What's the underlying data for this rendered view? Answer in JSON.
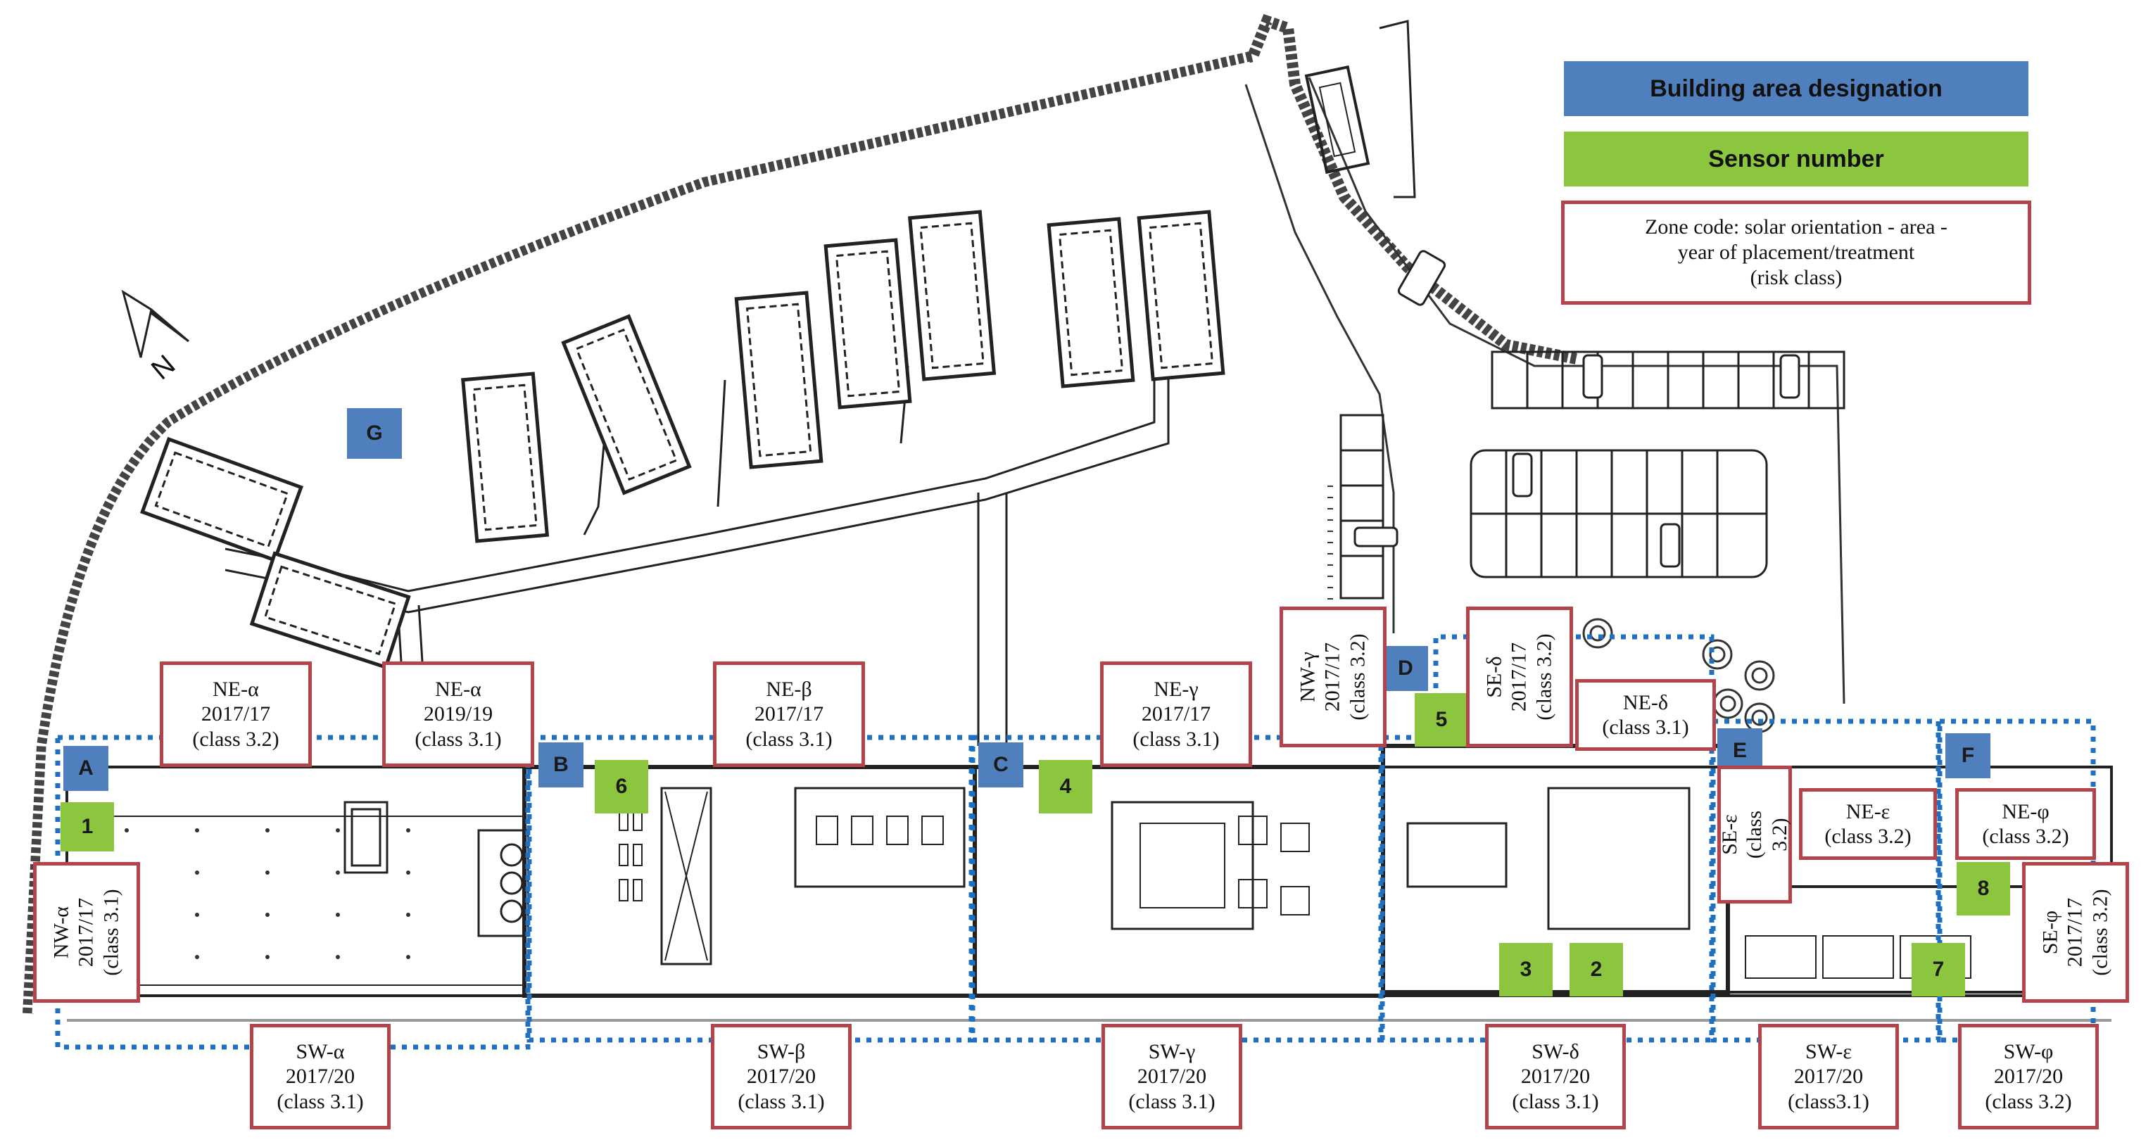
{
  "legend": {
    "area_label": "Building area designation",
    "sensor_label": "Sensor number",
    "zone_code_label": "Zone code: solar orientation - area -\nyear of placement/treatment\n(risk class)",
    "area_color": "#4f7fbd",
    "sensor_color": "#8cc63f",
    "zone_border_color": "#b5434a",
    "area_boundary_color": "#1f6fc2"
  },
  "compass": {
    "label": "N"
  },
  "areas": [
    "A",
    "B",
    "C",
    "D",
    "E",
    "F",
    "G"
  ],
  "sensors": [
    "1",
    "2",
    "3",
    "4",
    "5",
    "6",
    "7",
    "8"
  ],
  "zones": {
    "ne_alpha_1": "NE-α\n2017/17\n(class 3.2)",
    "ne_alpha_2": "NE-α\n2019/19\n(class 3.1)",
    "ne_beta": "NE-β\n2017/17\n(class 3.1)",
    "ne_gamma": "NE-γ\n2017/17\n(class 3.1)",
    "nw_gamma": "NW-γ\n2017/17\n(class 3.2)",
    "se_delta": "SE-δ\n2017/17\n(class 3.2)",
    "ne_delta": "NE-δ\n(class 3.1)",
    "nw_alpha": "NW-α\n2017/17\n(class 3.1)",
    "se_epsilon": "SE-ε\n(class 3.2)",
    "ne_epsilon": "NE-ε\n(class 3.2)",
    "ne_phi": "NE-φ\n(class 3.2)",
    "se_phi": "SE-φ\n2017/17\n(class 3.2)",
    "sw_alpha": "SW-α\n2017/20\n(class 3.1)",
    "sw_beta": "SW-β\n2017/20\n(class 3.1)",
    "sw_gamma": "SW-γ\n2017/20\n(class 3.1)",
    "sw_delta": "SW-δ\n2017/20\n(class 3.1)",
    "sw_epsilon": "SW-ε\n2017/20\n(class3.1)",
    "sw_phi": "SW-φ\n2017/20\n(class 3.2)"
  }
}
